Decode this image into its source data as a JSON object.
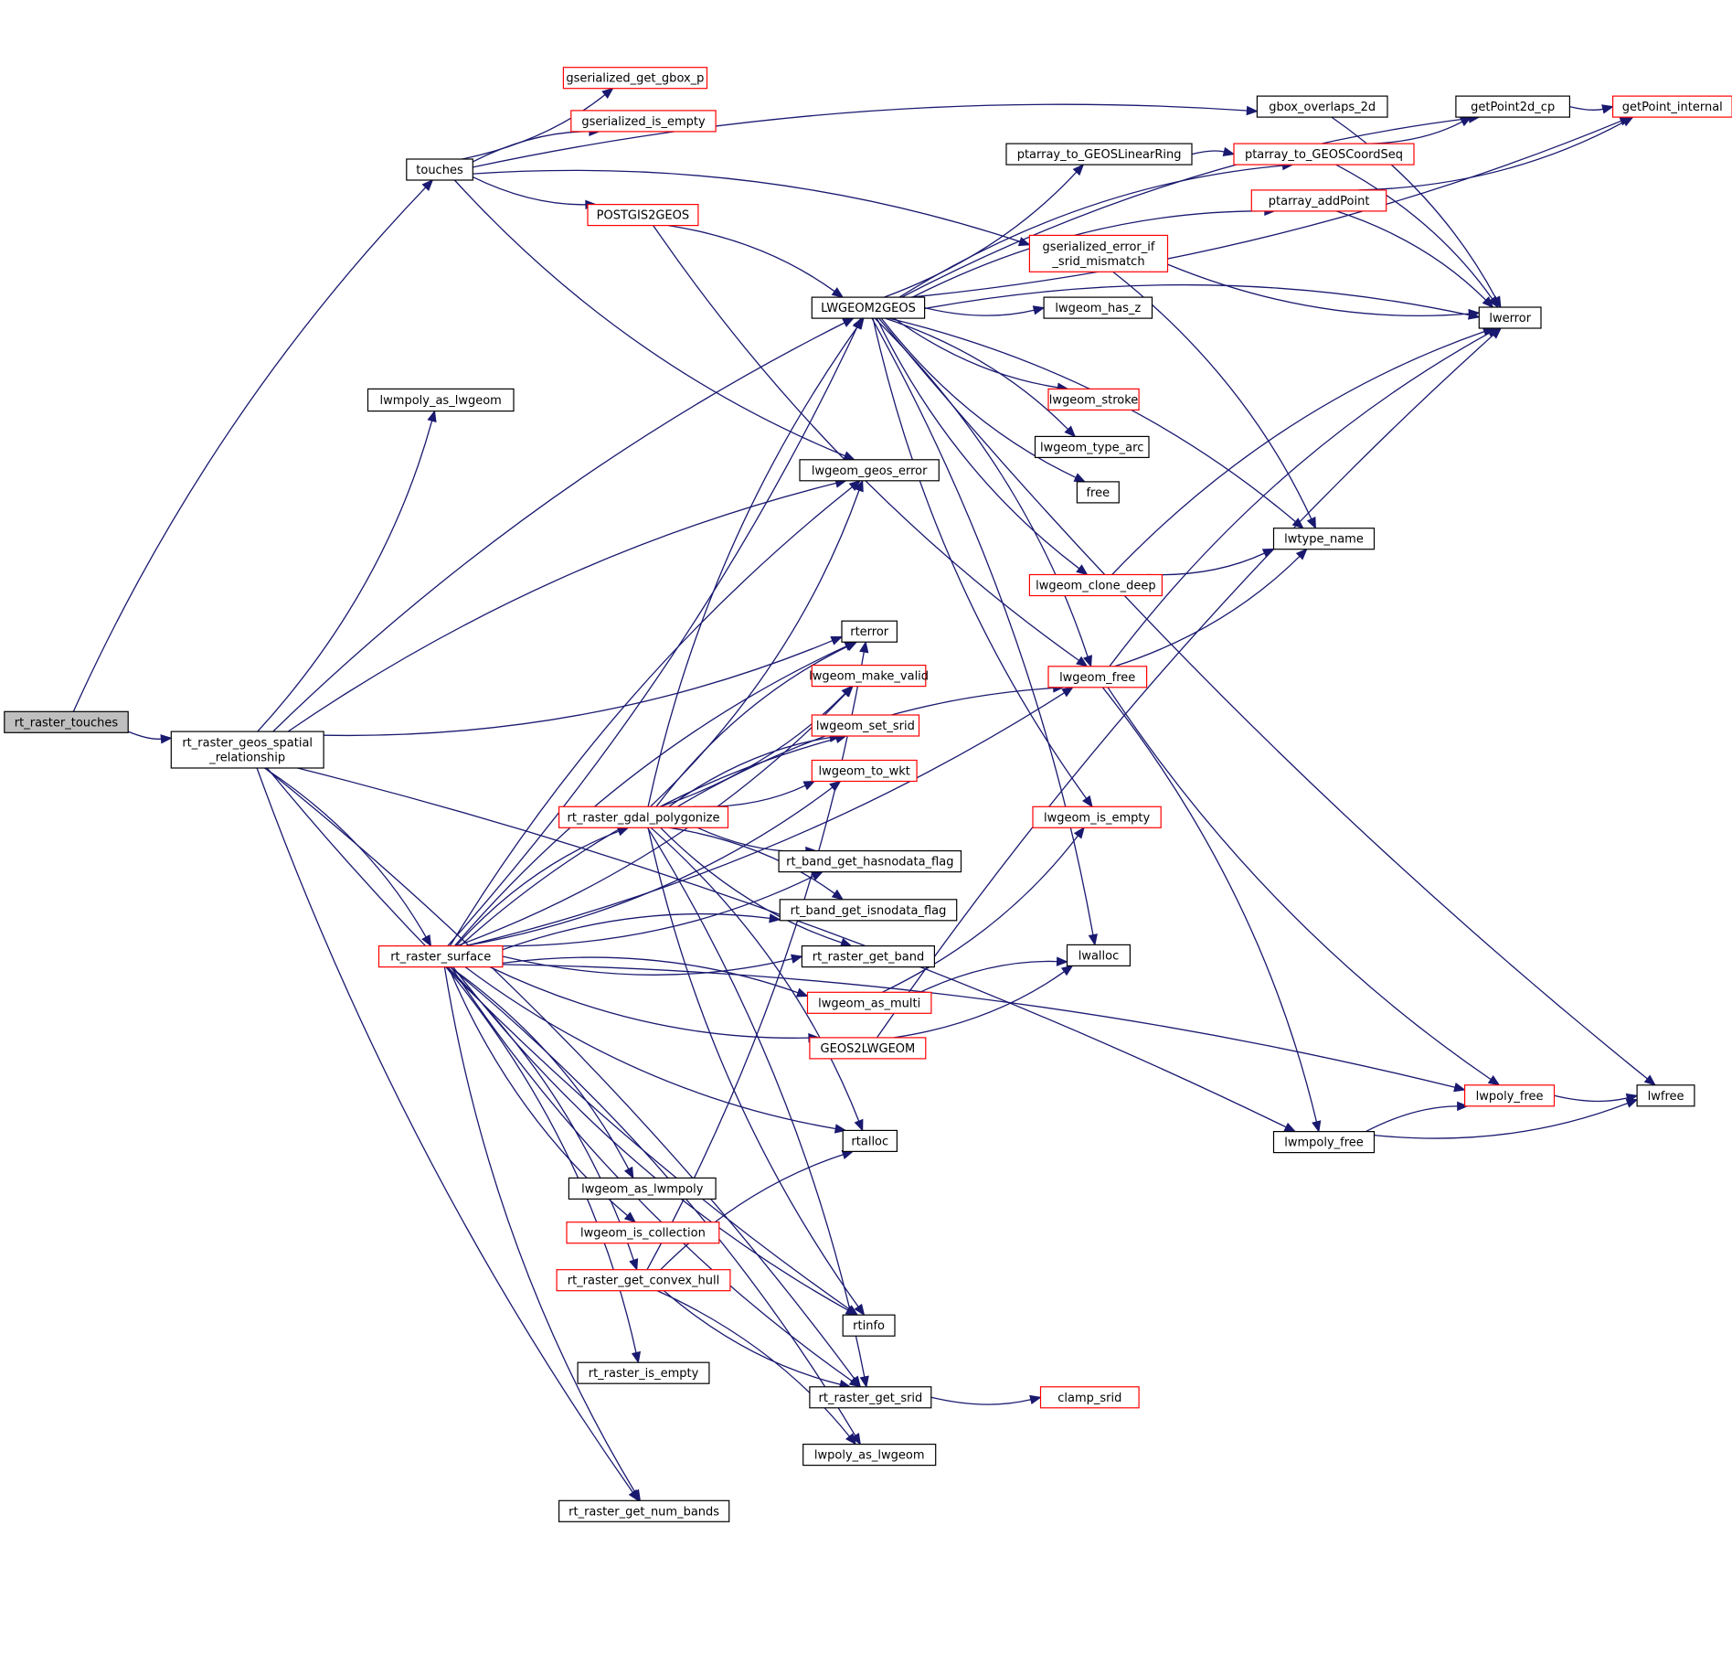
{
  "title": "rt_raster_touches call graph",
  "colors": {
    "edge": "#191970",
    "node_border": "#000000",
    "node_border_undocumented": "#ff0000",
    "root_fill": "#bfbfbf"
  },
  "nodes": [
    {
      "id": "rt_raster_touches",
      "label": [
        "rt_raster_touches"
      ],
      "kind": "root"
    },
    {
      "id": "rt_raster_geos_spatial_relationship",
      "label": [
        "rt_raster_geos_spatial",
        "_relationship"
      ],
      "kind": "normal"
    },
    {
      "id": "touches",
      "label": [
        "touches"
      ],
      "kind": "normal"
    },
    {
      "id": "lwmpoly_as_lwgeom",
      "label": [
        "lwmpoly_as_lwgeom"
      ],
      "kind": "normal"
    },
    {
      "id": "rt_raster_surface",
      "label": [
        "rt_raster_surface"
      ],
      "kind": "red"
    },
    {
      "id": "gserialized_get_gbox_p",
      "label": [
        "gserialized_get_gbox_p"
      ],
      "kind": "red"
    },
    {
      "id": "gserialized_is_empty",
      "label": [
        "gserialized_is_empty"
      ],
      "kind": "red"
    },
    {
      "id": "POSTGIS2GEOS",
      "label": [
        "POSTGIS2GEOS"
      ],
      "kind": "red"
    },
    {
      "id": "LWGEOM2GEOS",
      "label": [
        "LWGEOM2GEOS"
      ],
      "kind": "normal"
    },
    {
      "id": "lwgeom_geos_error",
      "label": [
        "lwgeom_geos_error"
      ],
      "kind": "normal"
    },
    {
      "id": "rterror",
      "label": [
        "rterror"
      ],
      "kind": "normal"
    },
    {
      "id": "lwgeom_make_valid",
      "label": [
        "lwgeom_make_valid"
      ],
      "kind": "red"
    },
    {
      "id": "lwgeom_set_srid",
      "label": [
        "lwgeom_set_srid"
      ],
      "kind": "red"
    },
    {
      "id": "lwgeom_to_wkt",
      "label": [
        "lwgeom_to_wkt"
      ],
      "kind": "red"
    },
    {
      "id": "rt_raster_gdal_polygonize",
      "label": [
        "rt_raster_gdal_polygonize"
      ],
      "kind": "red"
    },
    {
      "id": "rt_band_get_hasnodata_flag",
      "label": [
        "rt_band_get_hasnodata_flag"
      ],
      "kind": "normal"
    },
    {
      "id": "rt_band_get_isnodata_flag",
      "label": [
        "rt_band_get_isnodata_flag"
      ],
      "kind": "normal"
    },
    {
      "id": "rt_raster_get_band",
      "label": [
        "rt_raster_get_band"
      ],
      "kind": "normal"
    },
    {
      "id": "lwgeom_as_multi",
      "label": [
        "lwgeom_as_multi"
      ],
      "kind": "red"
    },
    {
      "id": "GEOS2LWGEOM",
      "label": [
        "GEOS2LWGEOM"
      ],
      "kind": "red"
    },
    {
      "id": "rtalloc",
      "label": [
        "rtalloc"
      ],
      "kind": "normal"
    },
    {
      "id": "lwgeom_as_lwmpoly",
      "label": [
        "lwgeom_as_lwmpoly"
      ],
      "kind": "normal"
    },
    {
      "id": "lwgeom_is_collection",
      "label": [
        "lwgeom_is_collection"
      ],
      "kind": "red"
    },
    {
      "id": "rt_raster_get_convex_hull",
      "label": [
        "rt_raster_get_convex_hull"
      ],
      "kind": "red"
    },
    {
      "id": "rtinfo",
      "label": [
        "rtinfo"
      ],
      "kind": "normal"
    },
    {
      "id": "rt_raster_is_empty",
      "label": [
        "rt_raster_is_empty"
      ],
      "kind": "normal"
    },
    {
      "id": "rt_raster_get_srid",
      "label": [
        "rt_raster_get_srid"
      ],
      "kind": "normal"
    },
    {
      "id": "clamp_srid",
      "label": [
        "clamp_srid"
      ],
      "kind": "red"
    },
    {
      "id": "lwpoly_as_lwgeom",
      "label": [
        "lwpoly_as_lwgeom"
      ],
      "kind": "normal"
    },
    {
      "id": "rt_raster_get_num_bands",
      "label": [
        "rt_raster_get_num_bands"
      ],
      "kind": "normal"
    },
    {
      "id": "gbox_overlaps_2d",
      "label": [
        "gbox_overlaps_2d"
      ],
      "kind": "normal"
    },
    {
      "id": "getPoint2d_cp",
      "label": [
        "getPoint2d_cp"
      ],
      "kind": "normal"
    },
    {
      "id": "getPoint_internal",
      "label": [
        "getPoint_internal"
      ],
      "kind": "red"
    },
    {
      "id": "ptarray_to_GEOSLinearRing",
      "label": [
        "ptarray_to_GEOSLinearRing"
      ],
      "kind": "normal"
    },
    {
      "id": "ptarray_to_GEOSCoordSeq",
      "label": [
        "ptarray_to_GEOSCoordSeq"
      ],
      "kind": "red"
    },
    {
      "id": "ptarray_addPoint",
      "label": [
        "ptarray_addPoint"
      ],
      "kind": "red"
    },
    {
      "id": "gserialized_error_if_srid_mismatch",
      "label": [
        "gserialized_error_if",
        "_srid_mismatch"
      ],
      "kind": "red"
    },
    {
      "id": "lwerror",
      "label": [
        "lwerror"
      ],
      "kind": "normal"
    },
    {
      "id": "lwgeom_has_z",
      "label": [
        "lwgeom_has_z"
      ],
      "kind": "normal"
    },
    {
      "id": "lwgeom_stroke",
      "label": [
        "lwgeom_stroke"
      ],
      "kind": "red"
    },
    {
      "id": "lwgeom_type_arc",
      "label": [
        "lwgeom_type_arc"
      ],
      "kind": "normal"
    },
    {
      "id": "free",
      "label": [
        "free"
      ],
      "kind": "normal"
    },
    {
      "id": "lwtype_name",
      "label": [
        "lwtype_name"
      ],
      "kind": "normal"
    },
    {
      "id": "lwgeom_clone_deep",
      "label": [
        "lwgeom_clone_deep"
      ],
      "kind": "red"
    },
    {
      "id": "lwgeom_free",
      "label": [
        "lwgeom_free"
      ],
      "kind": "red"
    },
    {
      "id": "lwgeom_is_empty",
      "label": [
        "lwgeom_is_empty"
      ],
      "kind": "red"
    },
    {
      "id": "lwalloc",
      "label": [
        "lwalloc"
      ],
      "kind": "normal"
    },
    {
      "id": "lwpoly_free",
      "label": [
        "lwpoly_free"
      ],
      "kind": "red"
    },
    {
      "id": "lwfree",
      "label": [
        "lwfree"
      ],
      "kind": "normal"
    },
    {
      "id": "lwmpoly_free",
      "label": [
        "lwmpoly_free"
      ],
      "kind": "normal"
    }
  ],
  "edges": [
    [
      "rt_raster_touches",
      "touches"
    ],
    [
      "rt_raster_touches",
      "rt_raster_geos_spatial_relationship"
    ],
    [
      "touches",
      "gbox_overlaps_2d"
    ],
    [
      "touches",
      "gserialized_get_gbox_p"
    ],
    [
      "touches",
      "gserialized_is_empty"
    ],
    [
      "touches",
      "POSTGIS2GEOS"
    ],
    [
      "touches",
      "gserialized_error_if_srid_mismatch"
    ],
    [
      "touches",
      "lwgeom_geos_error"
    ],
    [
      "POSTGIS2GEOS",
      "LWGEOM2GEOS"
    ],
    [
      "POSTGIS2GEOS",
      "lwgeom_free"
    ],
    [
      "rt_raster_geos_spatial_relationship",
      "LWGEOM2GEOS"
    ],
    [
      "rt_raster_geos_spatial_relationship",
      "lwmpoly_as_lwgeom"
    ],
    [
      "rt_raster_geos_spatial_relationship",
      "lwgeom_geos_error"
    ],
    [
      "rt_raster_geos_spatial_relationship",
      "rterror"
    ],
    [
      "rt_raster_geos_spatial_relationship",
      "rt_raster_surface"
    ],
    [
      "rt_raster_geos_spatial_relationship",
      "rt_raster_get_num_bands"
    ],
    [
      "rt_raster_geos_spatial_relationship",
      "rt_raster_get_srid"
    ],
    [
      "rt_raster_geos_spatial_relationship",
      "rtinfo"
    ],
    [
      "rt_raster_geos_spatial_relationship",
      "lwmpoly_free"
    ],
    [
      "rt_raster_surface",
      "LWGEOM2GEOS"
    ],
    [
      "rt_raster_surface",
      "lwgeom_geos_error"
    ],
    [
      "rt_raster_surface",
      "lwgeom_free"
    ],
    [
      "rt_raster_surface",
      "rterror"
    ],
    [
      "rt_raster_surface",
      "lwgeom_make_valid"
    ],
    [
      "rt_raster_surface",
      "lwgeom_set_srid"
    ],
    [
      "rt_raster_surface",
      "lwgeom_to_wkt"
    ],
    [
      "rt_raster_surface",
      "rt_raster_gdal_polygonize"
    ],
    [
      "rt_raster_surface",
      "rt_band_get_hasnodata_flag"
    ],
    [
      "rt_raster_surface",
      "rt_band_get_isnodata_flag"
    ],
    [
      "rt_raster_surface",
      "rt_raster_get_band"
    ],
    [
      "rt_raster_surface",
      "lwgeom_as_multi"
    ],
    [
      "rt_raster_surface",
      "GEOS2LWGEOM"
    ],
    [
      "rt_raster_surface",
      "lwpoly_free"
    ],
    [
      "rt_raster_surface",
      "rtalloc"
    ],
    [
      "rt_raster_surface",
      "lwgeom_as_lwmpoly"
    ],
    [
      "rt_raster_surface",
      "lwgeom_is_collection"
    ],
    [
      "rt_raster_surface",
      "rt_raster_get_convex_hull"
    ],
    [
      "rt_raster_surface",
      "rtinfo"
    ],
    [
      "rt_raster_surface",
      "rt_raster_is_empty"
    ],
    [
      "rt_raster_surface",
      "rt_raster_get_srid"
    ],
    [
      "rt_raster_surface",
      "lwpoly_as_lwgeom"
    ],
    [
      "rt_raster_surface",
      "rt_raster_get_num_bands"
    ],
    [
      "rt_raster_gdal_polygonize",
      "LWGEOM2GEOS"
    ],
    [
      "rt_raster_gdal_polygonize",
      "lwgeom_geos_error"
    ],
    [
      "rt_raster_gdal_polygonize",
      "rterror"
    ],
    [
      "rt_raster_gdal_polygonize",
      "lwgeom_make_valid"
    ],
    [
      "rt_raster_gdal_polygonize",
      "lwgeom_set_srid"
    ],
    [
      "rt_raster_gdal_polygonize",
      "lwgeom_to_wkt"
    ],
    [
      "rt_raster_gdal_polygonize",
      "lwgeom_free"
    ],
    [
      "rt_raster_gdal_polygonize",
      "rt_band_get_hasnodata_flag"
    ],
    [
      "rt_raster_gdal_polygonize",
      "rt_band_get_isnodata_flag"
    ],
    [
      "rt_raster_gdal_polygonize",
      "rt_raster_get_band"
    ],
    [
      "rt_raster_gdal_polygonize",
      "rtalloc"
    ],
    [
      "rt_raster_gdal_polygonize",
      "rtinfo"
    ],
    [
      "rt_raster_gdal_polygonize",
      "rt_raster_get_srid"
    ],
    [
      "rt_raster_get_convex_hull",
      "rterror"
    ],
    [
      "rt_raster_get_convex_hull",
      "rtalloc"
    ],
    [
      "rt_raster_get_convex_hull",
      "rt_raster_get_srid"
    ],
    [
      "rt_raster_get_convex_hull",
      "lwpoly_as_lwgeom"
    ],
    [
      "rt_raster_get_srid",
      "clamp_srid"
    ],
    [
      "LWGEOM2GEOS",
      "getPoint2d_cp"
    ],
    [
      "LWGEOM2GEOS",
      "getPoint_internal"
    ],
    [
      "LWGEOM2GEOS",
      "ptarray_to_GEOSCoordSeq"
    ],
    [
      "LWGEOM2GEOS",
      "ptarray_to_GEOSLinearRing"
    ],
    [
      "LWGEOM2GEOS",
      "ptarray_addPoint"
    ],
    [
      "LWGEOM2GEOS",
      "lwgeom_has_z"
    ],
    [
      "LWGEOM2GEOS",
      "lwerror"
    ],
    [
      "LWGEOM2GEOS",
      "lwgeom_stroke"
    ],
    [
      "LWGEOM2GEOS",
      "lwgeom_type_arc"
    ],
    [
      "LWGEOM2GEOS",
      "free"
    ],
    [
      "LWGEOM2GEOS",
      "lwtype_name"
    ],
    [
      "LWGEOM2GEOS",
      "lwgeom_clone_deep"
    ],
    [
      "LWGEOM2GEOS",
      "lwgeom_free"
    ],
    [
      "LWGEOM2GEOS",
      "lwgeom_is_empty"
    ],
    [
      "LWGEOM2GEOS",
      "lwalloc"
    ],
    [
      "LWGEOM2GEOS",
      "lwfree"
    ],
    [
      "gbox_overlaps_2d",
      "lwerror"
    ],
    [
      "getPoint2d_cp",
      "getPoint_internal"
    ],
    [
      "ptarray_to_GEOSLinearRing",
      "ptarray_to_GEOSCoordSeq"
    ],
    [
      "ptarray_to_GEOSCoordSeq",
      "getPoint2d_cp"
    ],
    [
      "ptarray_to_GEOSCoordSeq",
      "lwerror"
    ],
    [
      "ptarray_addPoint",
      "getPoint_internal"
    ],
    [
      "ptarray_addPoint",
      "lwerror"
    ],
    [
      "gserialized_error_if_srid_mismatch",
      "lwerror"
    ],
    [
      "gserialized_error_if_srid_mismatch",
      "lwtype_name"
    ],
    [
      "lwgeom_clone_deep",
      "lwtype_name"
    ],
    [
      "lwgeom_clone_deep",
      "lwerror"
    ],
    [
      "lwgeom_free",
      "lwtype_name"
    ],
    [
      "lwgeom_free",
      "lwerror"
    ],
    [
      "lwgeom_free",
      "lwpoly_free"
    ],
    [
      "lwgeom_free",
      "lwmpoly_free"
    ],
    [
      "lwgeom_as_multi",
      "lwgeom_is_empty"
    ],
    [
      "lwgeom_as_multi",
      "lwalloc"
    ],
    [
      "GEOS2LWGEOM",
      "lwalloc"
    ],
    [
      "GEOS2LWGEOM",
      "lwerror"
    ],
    [
      "lwpoly_free",
      "lwfree"
    ],
    [
      "lwmpoly_free",
      "lwpoly_free"
    ],
    [
      "lwmpoly_free",
      "lwfree"
    ]
  ]
}
